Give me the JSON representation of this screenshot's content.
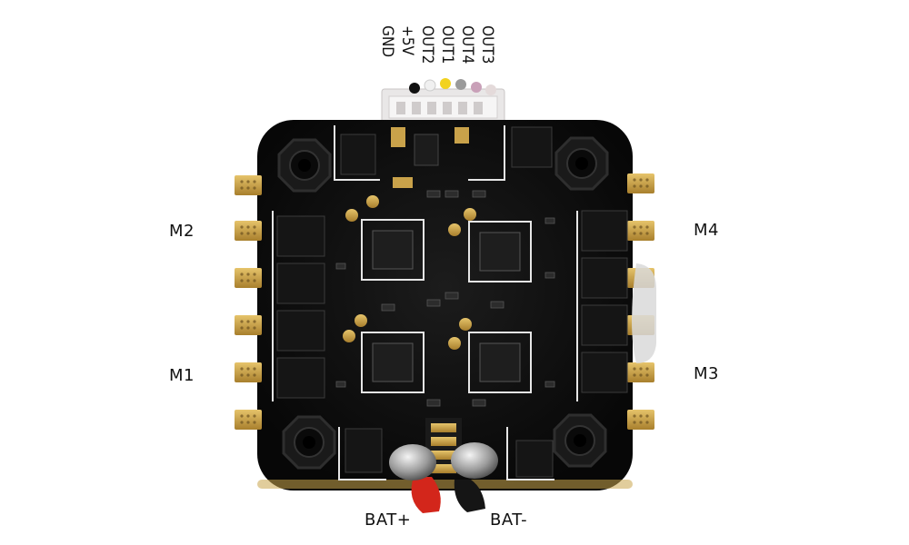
{
  "labels": {
    "m1": "M1",
    "m2": "M2",
    "m3": "M3",
    "m4": "M4",
    "bat_plus": "BAT+",
    "bat_minus": "BAT-"
  },
  "connector_pins": [
    "OUT3",
    "OUT4",
    "OUT1",
    "OUT2",
    "+5V",
    "GND"
  ],
  "colors": {
    "background": "#ffffff",
    "pcb": "#0d0d0d",
    "pad_gold": "#c9a24a",
    "wire_red": "#d3261b",
    "wire_black": "#151515",
    "connector": "#e8e6e6"
  }
}
